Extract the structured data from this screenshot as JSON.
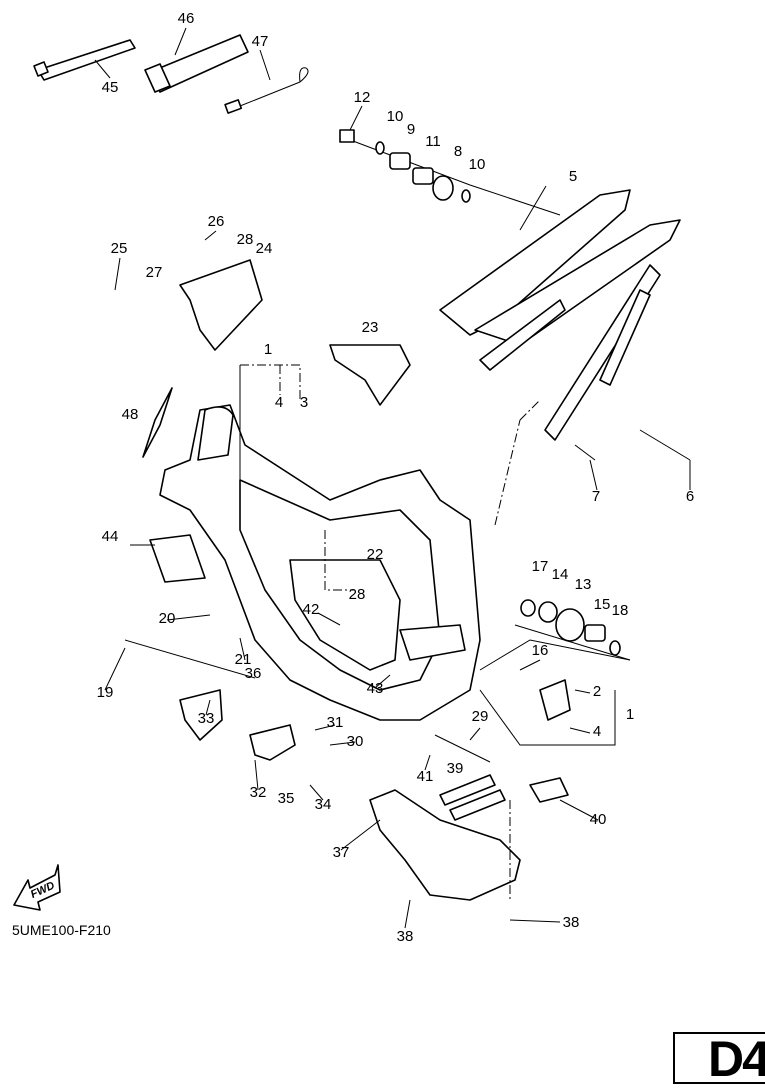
{
  "diagram_code": "5UME100-F210",
  "page_id": "D4",
  "direction_label": "FWD",
  "callouts": [
    "45",
    "46",
    "47",
    "12",
    "10",
    "9",
    "11",
    "8",
    "10",
    "5",
    "26",
    "28",
    "24",
    "25",
    "27",
    "23",
    "1",
    "4",
    "3",
    "48",
    "44",
    "22",
    "28",
    "17",
    "14",
    "13",
    "15",
    "18",
    "16",
    "2",
    "1",
    "4",
    "20",
    "21",
    "42",
    "19",
    "36",
    "43",
    "29",
    "33",
    "31",
    "30",
    "32",
    "35",
    "34",
    "41",
    "39",
    "40",
    "37",
    "38",
    "38",
    "7",
    "6"
  ]
}
